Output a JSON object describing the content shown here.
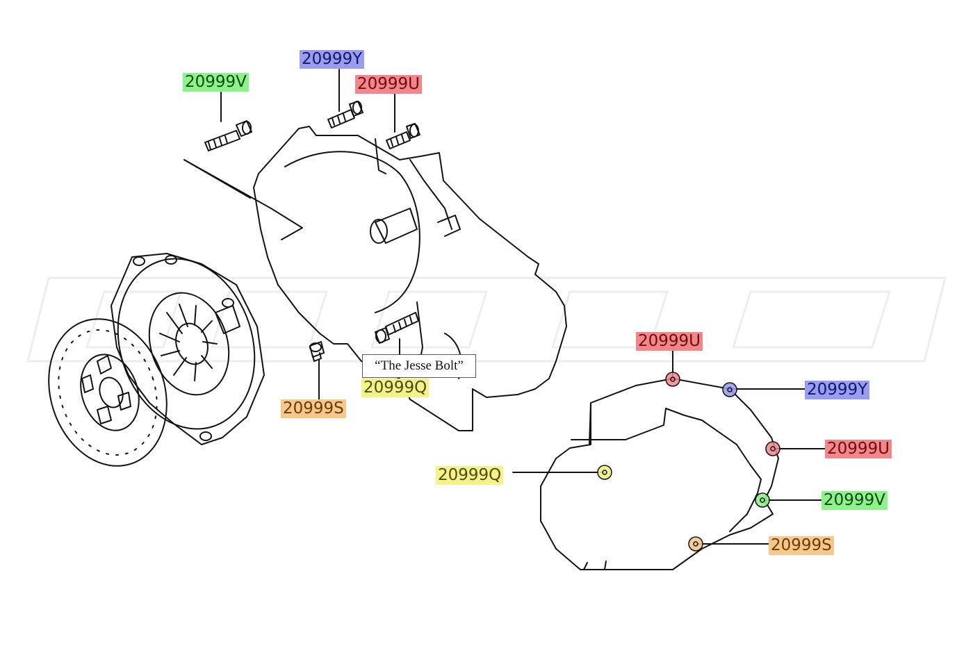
{
  "colors": {
    "V": "#8ef28a",
    "Y": "#9a9cf0",
    "U": "#f2868a",
    "Q": "#f4f28a",
    "S": "#f6c88c",
    "line": "#111111",
    "watermark": "#f2f2f2"
  },
  "exploded_view": {
    "labels": {
      "bolt_v": "20999V",
      "bolt_y": "20999Y",
      "bolt_u": "20999U",
      "bolt_s": "20999S",
      "bolt_q": "20999Q"
    },
    "callout": "“The Jesse Bolt”"
  },
  "bolt_pattern": {
    "labels": {
      "top_u": "20999U",
      "y": "20999Y",
      "right_u": "20999U",
      "q": "20999Q",
      "v": "20999V",
      "s": "20999S"
    }
  }
}
